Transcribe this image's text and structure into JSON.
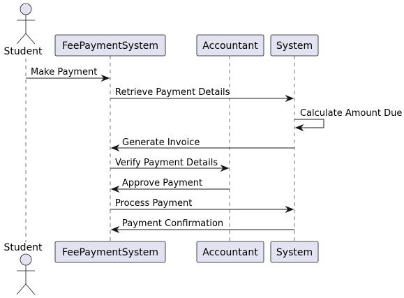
{
  "participants": [
    {
      "id": "student",
      "kind": "actor",
      "label": "Student"
    },
    {
      "id": "fee",
      "kind": "participant",
      "label": "FeePaymentSystem"
    },
    {
      "id": "acct",
      "kind": "participant",
      "label": "Accountant"
    },
    {
      "id": "sys",
      "kind": "participant",
      "label": "System"
    }
  ],
  "messages": [
    {
      "from": "student",
      "to": "fee",
      "label": "Make Payment"
    },
    {
      "from": "fee",
      "to": "sys",
      "label": "Retrieve Payment Details"
    },
    {
      "from": "sys",
      "to": "sys",
      "label": "Calculate Amount Due"
    },
    {
      "from": "sys",
      "to": "fee",
      "label": "Generate Invoice"
    },
    {
      "from": "fee",
      "to": "acct",
      "label": "Verify Payment Details"
    },
    {
      "from": "acct",
      "to": "fee",
      "label": "Approve Payment"
    },
    {
      "from": "fee",
      "to": "sys",
      "label": "Process Payment"
    },
    {
      "from": "sys",
      "to": "fee",
      "label": "Payment Confirmation"
    }
  ]
}
